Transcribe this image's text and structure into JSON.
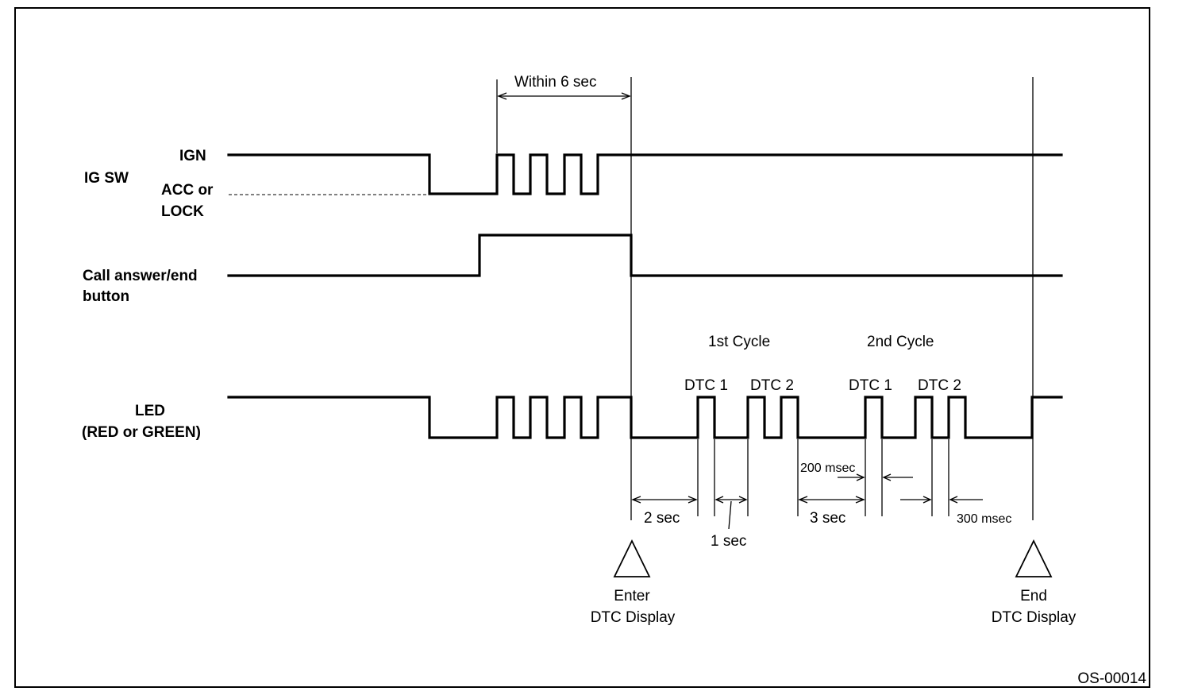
{
  "signals": {
    "ig_sw": "IG SW",
    "ign": "IGN",
    "acc_line1": "ACC or",
    "acc_line2": "LOCK",
    "call_line1": "Call answer/end",
    "call_line2": "button",
    "led_line1": "LED",
    "led_line2": "(RED or GREEN)"
  },
  "annotations": {
    "within": "Within 6 sec",
    "cycle1": "1st Cycle",
    "cycle2": "2nd Cycle",
    "dtc1_a": "DTC 1",
    "dtc2_a": "DTC 2",
    "dtc1_b": "DTC 1",
    "dtc2_b": "DTC 2",
    "t_2sec": "2 sec",
    "t_1sec": "1 sec",
    "t_3sec": "3 sec",
    "t_200": "200 msec",
    "t_300": "300 msec"
  },
  "markers": {
    "enter_line1": "Enter",
    "enter_line2": "DTC Display",
    "end_line1": "End",
    "end_line2": "DTC Display"
  },
  "figure_id": "OS-00014"
}
